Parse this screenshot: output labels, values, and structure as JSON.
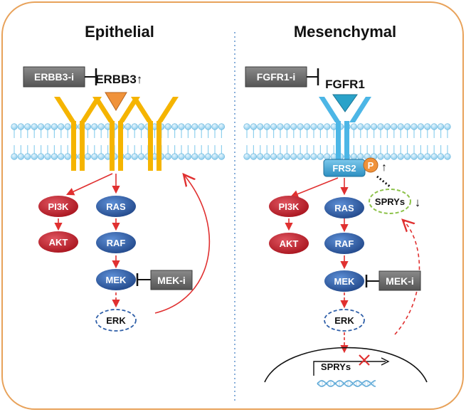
{
  "panels": {
    "left": {
      "title": "Epithelial",
      "inhibitor_top": "ERBB3-i",
      "receptor": "ERBB3",
      "receptor_arrow": "↑",
      "nodes": {
        "pi3k": "PI3K",
        "akt": "AKT",
        "ras": "RAS",
        "raf": "RAF",
        "mek": "MEK",
        "erk": "ERK"
      },
      "inhibitor_mek": "MEK-i"
    },
    "right": {
      "title": "Mesenchymal",
      "inhibitor_top": "FGFR1-i",
      "receptor": "FGFR1",
      "adaptor": "FRS2",
      "phospho": "P",
      "phospho_arrow": "↑",
      "sprys_feedback": "SPRYs",
      "sprys_arrow": "↓",
      "nodes": {
        "pi3k": "PI3K",
        "akt": "AKT",
        "ras": "RAS",
        "raf": "RAF",
        "mek": "MEK",
        "erk": "ERK"
      },
      "inhibitor_mek": "MEK-i",
      "nucleus_gene": "SPRYs"
    }
  },
  "colors": {
    "frame": "#e8a25a",
    "receptor_left": "#f5b400",
    "receptor_right": "#4cb6e6",
    "ligand": "#f0923a",
    "ligand_right": "#2aa2c9",
    "red_node": "#c0202a",
    "blue_node": "#2f5fa8",
    "inhibitor_box": "#666666",
    "arrow": "#e03030",
    "membrane": "#8fd0ee",
    "divider": "#6a9bd0",
    "sprys_circle": "#8dc24a",
    "phospho": "#f0923a"
  },
  "icons": {
    "inhibition": "t-bar-icon",
    "block": "red-x-icon",
    "dna": "dna-helix-icon"
  }
}
